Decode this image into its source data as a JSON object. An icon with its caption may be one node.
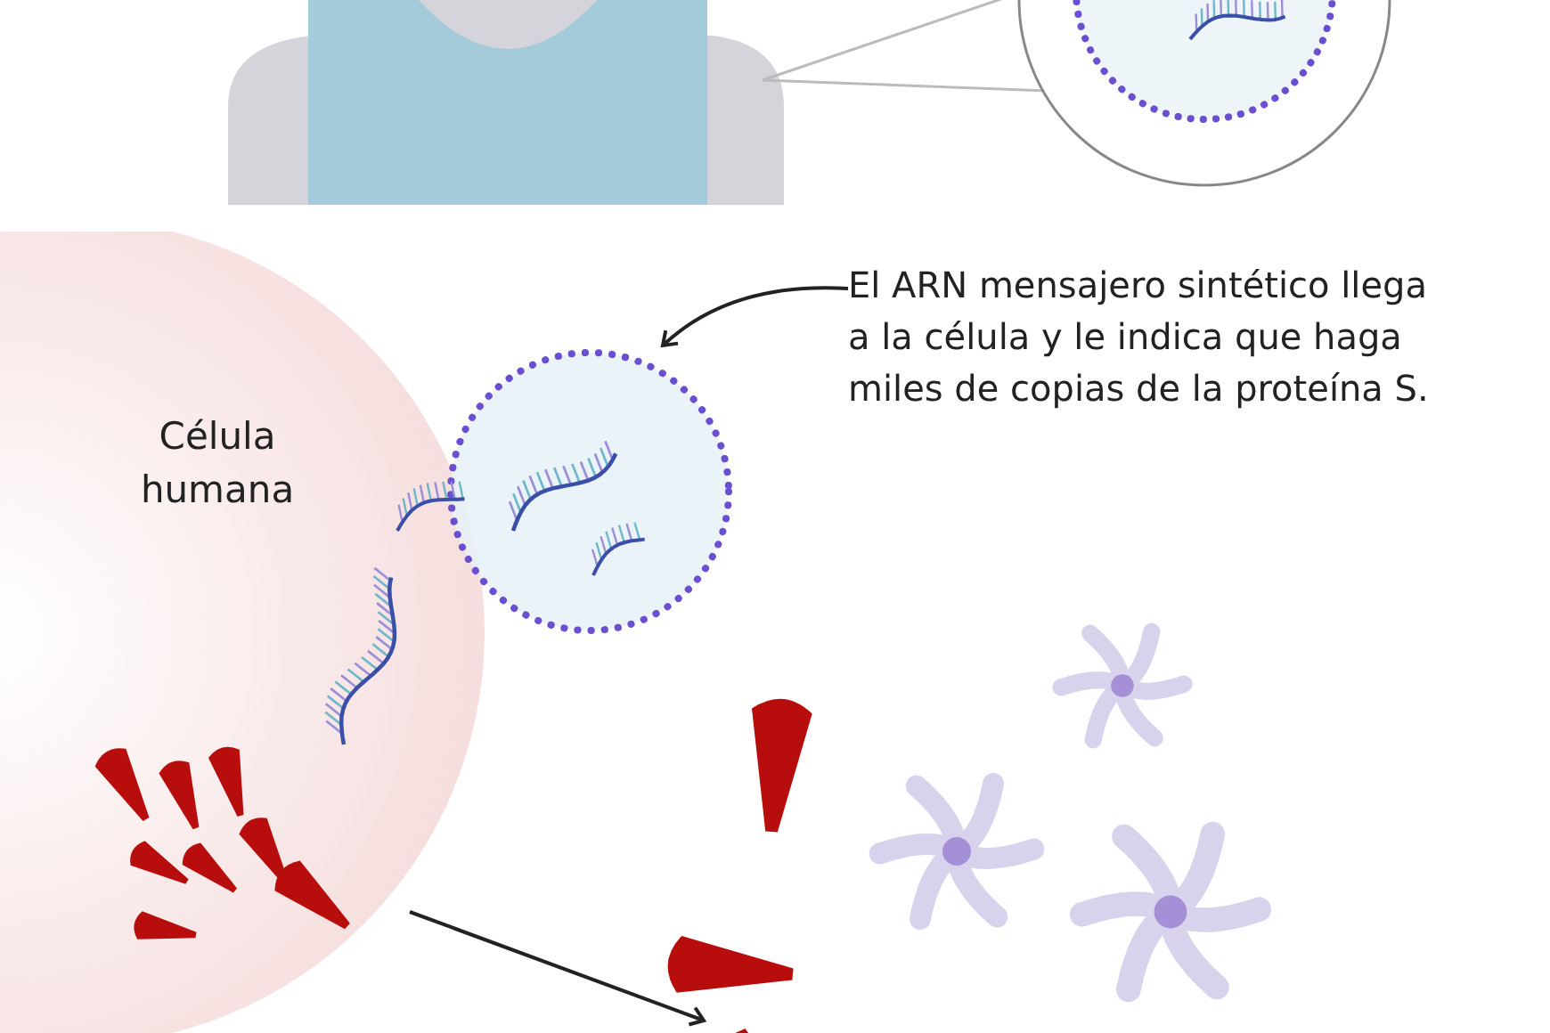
{
  "diagram": {
    "nodes": [
      {
        "text": [
          "El ARN mensajero sintético llega a la célula y le indica que haga miles de copias de la proteína S."
        ]
      },
      {
        "text": [],
        "shape": "picture"
      },
      {
        "text": [
          "Célula humana"
        ]
      },
      {
        "text": [],
        "shape": "picture",
        "in": 2
      },
      {
        "text": [],
        "shape": "picture"
      }
    ],
    "edges": [
      {
        "from": 0,
        "to": 1,
        "arrow": "to"
      },
      {
        "from": 3,
        "to": 4,
        "arrow": "to"
      }
    ]
  }
}
